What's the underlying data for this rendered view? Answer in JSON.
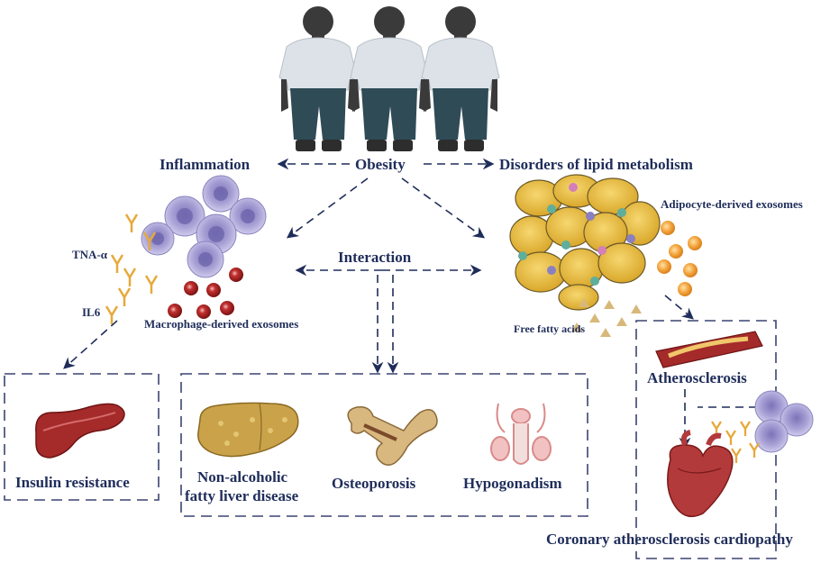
{
  "nodes": {
    "obesity": "Obesity",
    "inflammation": "Inflammation",
    "lipid": "Disorders of lipid metabolism",
    "interaction": "Interaction",
    "adipocyte_exosomes": "Adipocyte-derived exosomes",
    "macrophage_exosomes": "Macrophage-derived exosomes",
    "free_fatty_acids": "Free fatty acids",
    "tna": "TNA-α",
    "il6": "IL6",
    "atherosclerosis": "Atherosclerosis",
    "insulin": "Insulin resistance",
    "nafld_line1": "Non-alcoholic",
    "nafld_line2": "fatty liver disease",
    "osteoporosis": "Osteoporosis",
    "hypogonadism": "Hypogonadism",
    "coronary": "Coronary atherosclerosis cardiopathy"
  },
  "colors": {
    "text": "#1f2d5a",
    "shirt": "#dde2e8",
    "pants": "#2f4b56",
    "skin": "#3a3a3a",
    "macrophage": "#9c95cc",
    "exosome_red": "#8b1a1a",
    "adipocyte": "#e8b93a",
    "exosome_orange": "#f0a040",
    "organ_red": "#a52a2a",
    "liver": "#c9a24a"
  }
}
